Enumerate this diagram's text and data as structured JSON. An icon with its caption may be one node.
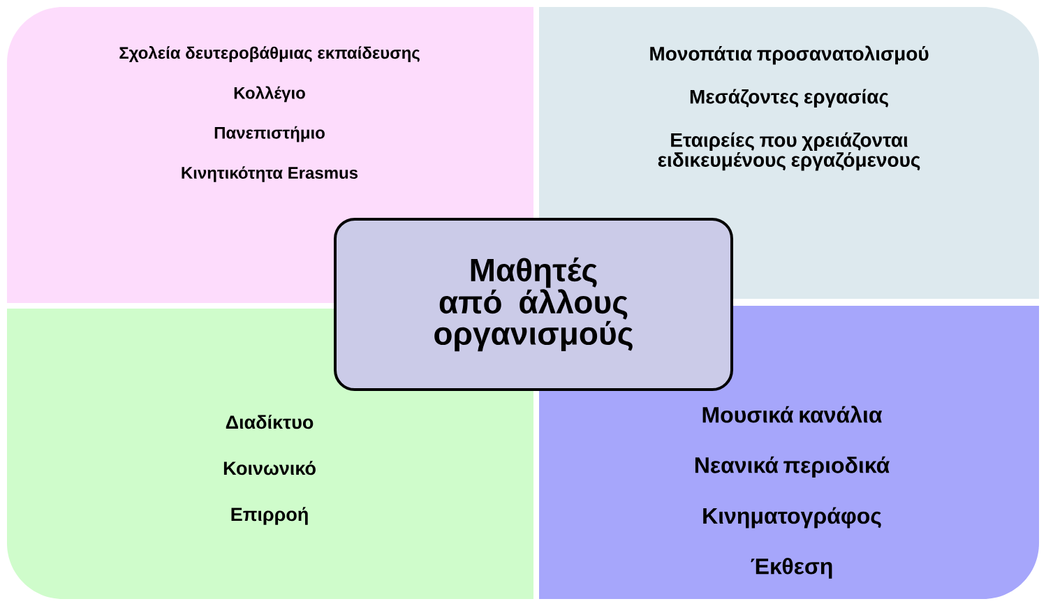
{
  "diagram": {
    "nodes": [
      {
        "text": [
          "Σχολεία δευτεροβάθμιας εκπαίδευσης",
          "Κολλέγιο",
          "Πανεπιστήμιο",
          "Κινητικότητα Erasmus"
        ]
      },
      {
        "text": [
          "Μονοπάτια προσανατολισμού",
          "Μεσάζοντες εργασίας",
          "Εταιρείες που χρειάζονται ειδικευμένους εργαζόμενους"
        ]
      },
      {
        "text": [
          "Μαθητές από άλλους οργανισμούς"
        ]
      },
      {
        "text": [
          "Διαδίκτυο",
          "Κοινωνικό",
          "Επιρροή"
        ]
      },
      {
        "text": [
          "Μουσικά κανάλια",
          "Νεανικά περιοδικά",
          "Κινηματογράφος",
          "Έκθεση"
        ]
      }
    ]
  }
}
